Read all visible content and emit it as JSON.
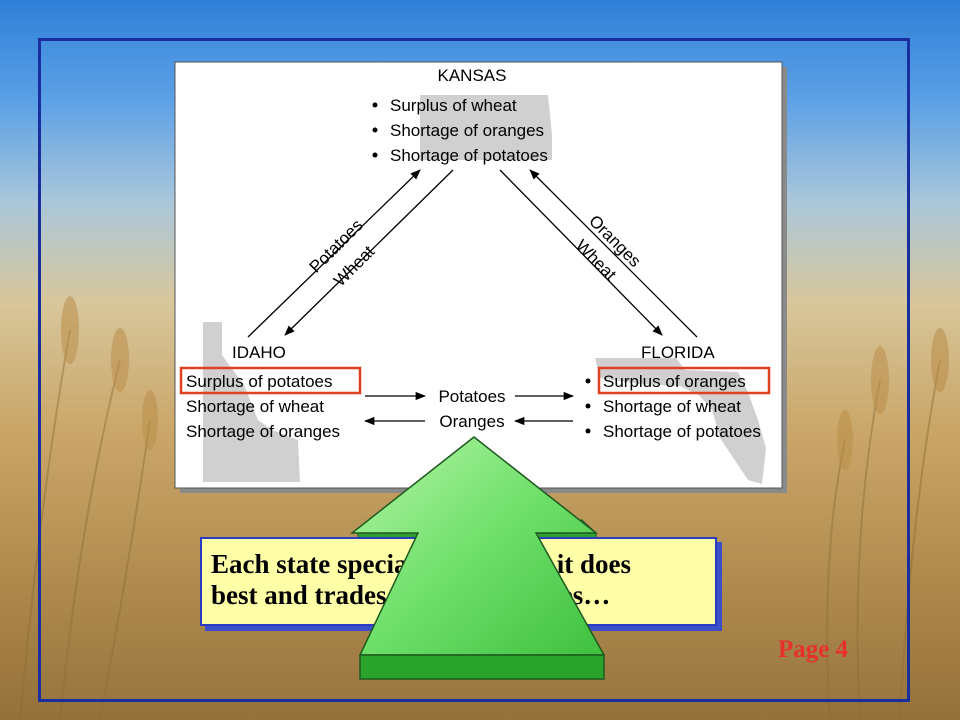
{
  "diagram": {
    "kansas": {
      "name": "KANSAS",
      "items": [
        "Surplus of wheat",
        "Shortage of oranges",
        "Shortage of potatoes"
      ]
    },
    "idaho": {
      "name": "IDAHO",
      "items": [
        "Surplus of potatoes",
        "Shortage of wheat",
        "Shortage of oranges"
      ]
    },
    "florida": {
      "name": "FLORIDA",
      "items": [
        "Surplus of oranges",
        "Shortage of wheat",
        "Shortage of potatoes"
      ]
    },
    "flows": {
      "idaho_kansas_up": "Potatoes",
      "idaho_kansas_down": "Wheat",
      "florida_kansas_up": "Oranges",
      "florida_kansas_down": "Wheat",
      "bottom_right": "Potatoes",
      "bottom_left": "Oranges"
    }
  },
  "callout": {
    "line1": "Each state specializes in what it does",
    "line2": "best and trades with other states…"
  },
  "page_label": "Page 4",
  "colors": {
    "frame": "#1a2f9e",
    "highlight": "#e0401e",
    "arrow_fill": "#5fdc5f",
    "callout_bg": "#ffffa8",
    "page_label": "#e8302a"
  }
}
